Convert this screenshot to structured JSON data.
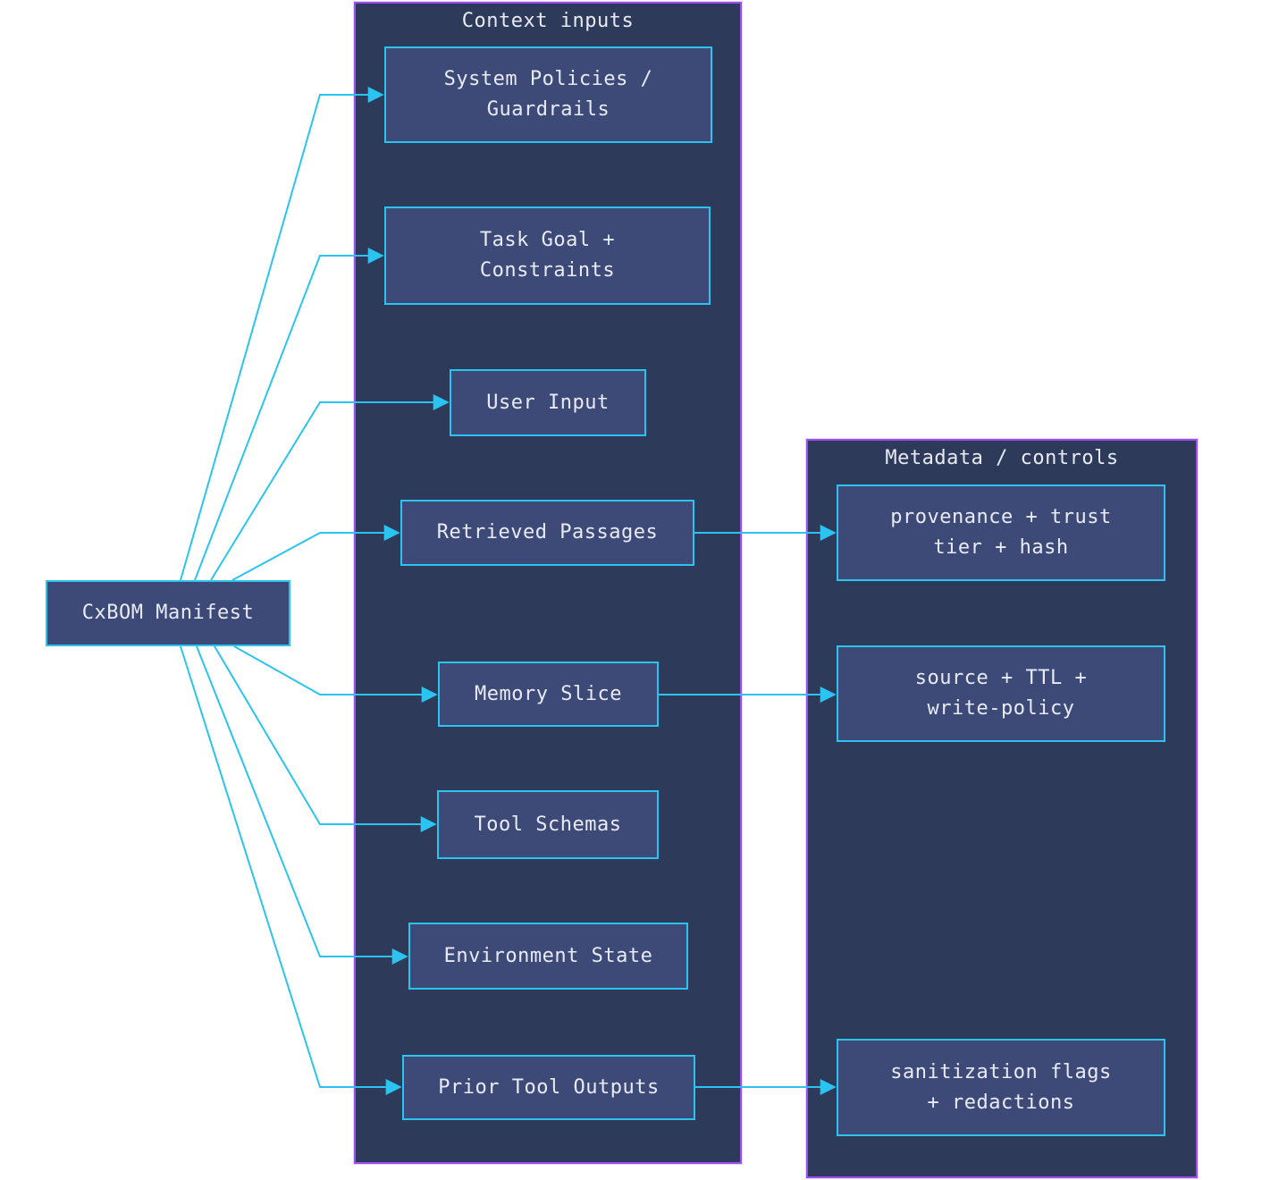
{
  "diagram": {
    "manifest": {
      "label": "CxBOM Manifest"
    },
    "context_group": {
      "title": "Context inputs",
      "nodes": [
        {
          "id": "system-policies",
          "label": "System Policies /\nGuardrails"
        },
        {
          "id": "task-goal",
          "label": "Task Goal +\nConstraints"
        },
        {
          "id": "user-input",
          "label": "User Input"
        },
        {
          "id": "retrieved-passages",
          "label": "Retrieved Passages"
        },
        {
          "id": "memory-slice",
          "label": "Memory Slice"
        },
        {
          "id": "tool-schemas",
          "label": "Tool Schemas"
        },
        {
          "id": "environment-state",
          "label": "Environment State"
        },
        {
          "id": "prior-tool-outputs",
          "label": "Prior Tool Outputs"
        }
      ]
    },
    "metadata_group": {
      "title": "Metadata / controls",
      "nodes": [
        {
          "id": "provenance-trust-hash",
          "label": "provenance + trust\ntier + hash"
        },
        {
          "id": "source-ttl-write-policy",
          "label": "source + TTL +\nwrite-policy"
        },
        {
          "id": "sanitization-redactions",
          "label": "sanitization flags\n+ redactions"
        }
      ]
    },
    "edges": [
      {
        "from": "cxbom-manifest",
        "to": "system-policies"
      },
      {
        "from": "cxbom-manifest",
        "to": "task-goal"
      },
      {
        "from": "cxbom-manifest",
        "to": "user-input"
      },
      {
        "from": "cxbom-manifest",
        "to": "retrieved-passages"
      },
      {
        "from": "cxbom-manifest",
        "to": "memory-slice"
      },
      {
        "from": "cxbom-manifest",
        "to": "tool-schemas"
      },
      {
        "from": "cxbom-manifest",
        "to": "environment-state"
      },
      {
        "from": "cxbom-manifest",
        "to": "prior-tool-outputs"
      },
      {
        "from": "retrieved-passages",
        "to": "provenance-trust-hash"
      },
      {
        "from": "memory-slice",
        "to": "source-ttl-write-policy"
      },
      {
        "from": "prior-tool-outputs",
        "to": "sanitization-redactions"
      }
    ]
  },
  "colors": {
    "cyan": "#2bc4f1",
    "purple": "#9b4ff0",
    "panel-fill": "#2e3a5a",
    "node-fill": "#3d4a77",
    "node-text": "#e8ebf5",
    "page-bg": "#ffffff"
  }
}
